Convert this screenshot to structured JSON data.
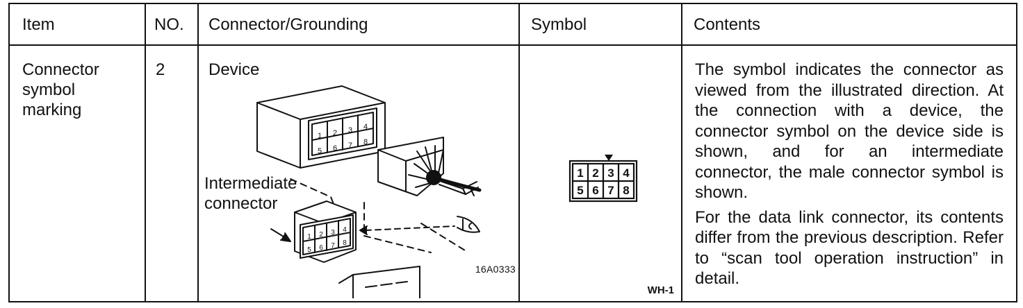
{
  "table": {
    "headers": {
      "item": "Item",
      "no": "NO.",
      "connector": "Connector/Grounding",
      "symbol": "Symbol",
      "contents": "Contents"
    },
    "row": {
      "item_lines": [
        "Connector",
        "symbol",
        "marking"
      ],
      "no": "2",
      "device_label": "Device",
      "intermediate_lines": [
        "Intermediate",
        "connector"
      ],
      "figure_code": "16A0333",
      "symbol_code": "WH-1",
      "pins_top": [
        "1",
        "2",
        "3",
        "4"
      ],
      "pins_bottom": [
        "5",
        "6",
        "7",
        "8"
      ],
      "contents_p1": "The symbol indicates the connector as viewed from the illustrated direction. At the connection with a device, the connector symbol on the device side is shown, and for an intermediate connector, the male connector symbol is shown.",
      "contents_p2": "For the data link connector, its contents differ from the previous description. Refer to “scan tool operation instruction” in detail."
    }
  }
}
